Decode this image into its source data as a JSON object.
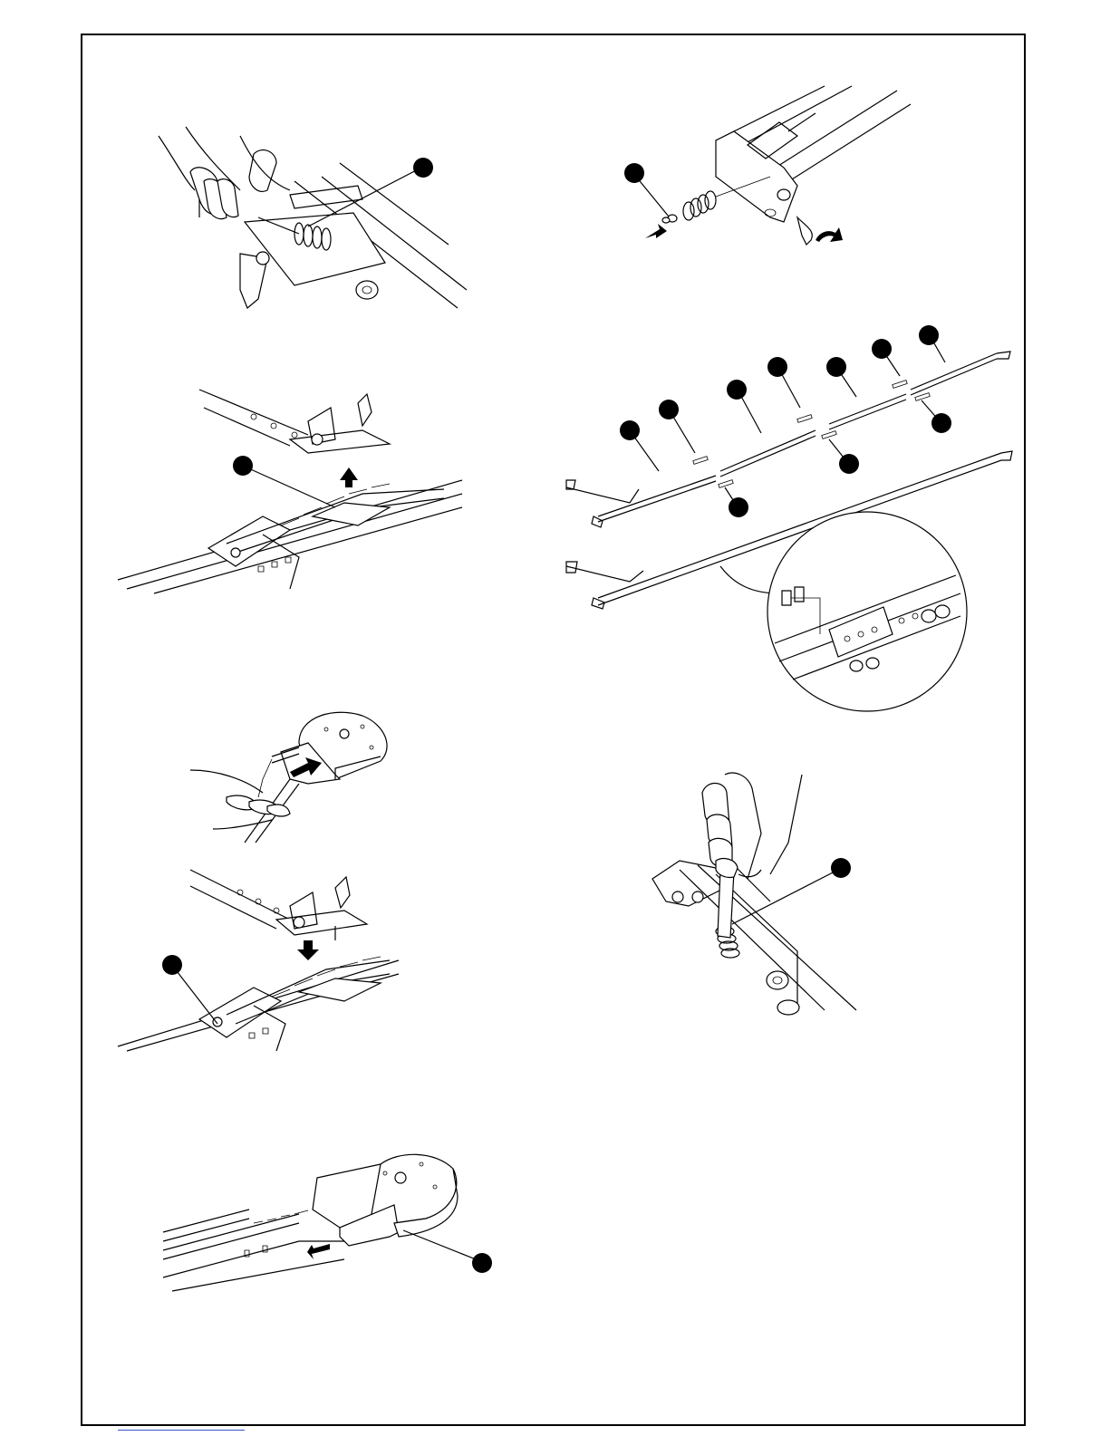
{
  "page": {
    "figures": [
      {
        "id": "spring-removal-top-left",
        "callouts": 1
      },
      {
        "id": "spring-exploded-top-right",
        "callouts": 1
      },
      {
        "id": "carriage-lift",
        "callouts": 1
      },
      {
        "id": "rail-sections-assembly",
        "callouts": 9,
        "has_detail_inset": true
      },
      {
        "id": "chain-insert-head",
        "callouts": 0
      },
      {
        "id": "carriage-install",
        "callouts": 1
      },
      {
        "id": "spring-tighten-wrench",
        "callouts": 1
      },
      {
        "id": "head-pull-off",
        "callouts": 1
      }
    ]
  },
  "colors": {
    "ink": "#000000",
    "paper": "#ffffff",
    "link_rule": "#3355cc"
  }
}
